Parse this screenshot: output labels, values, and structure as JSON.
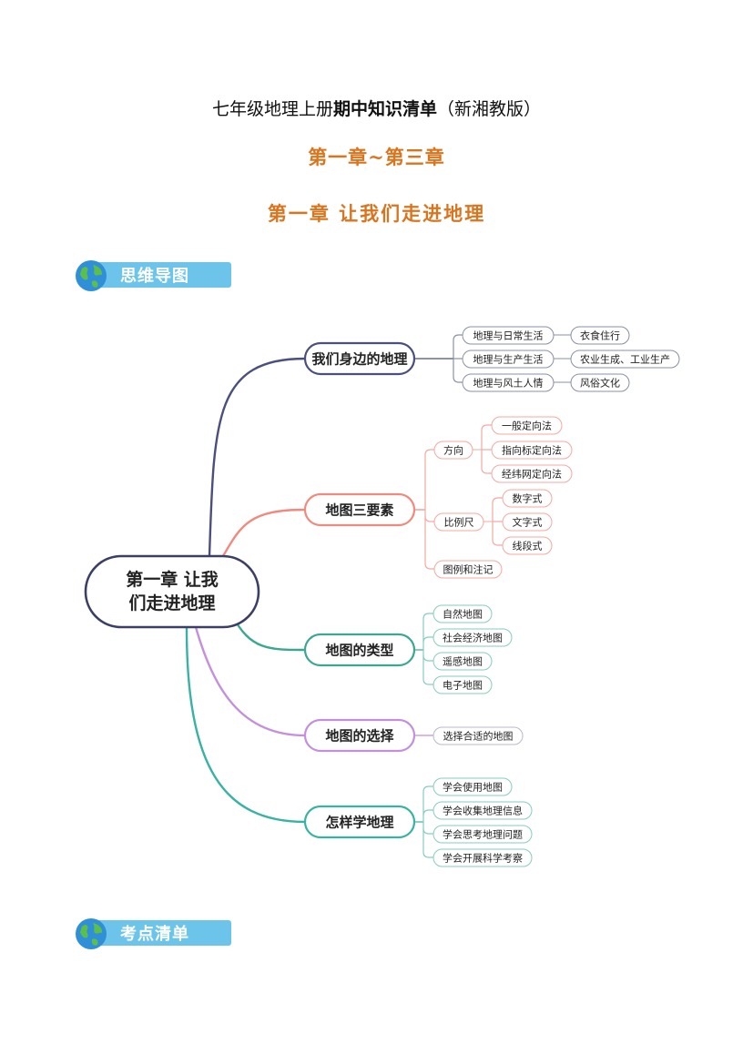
{
  "header": {
    "title_prefix": "七年级地理上册",
    "title_bold": "期中知识清单",
    "title_suffix": "（新湘教版）",
    "range": "第一章~第三章",
    "chapter": "第一章  让我们走进地理"
  },
  "sections": {
    "mindmap_label": "思维导图",
    "checklist_label": "考点清单"
  },
  "colors": {
    "accent_orange": "#d9751f",
    "banner_blue": "#6cc4ea",
    "central_border": "#3b3f63",
    "branch_dark": "#4a4f7e",
    "branch_red": "#f08a7e",
    "branch_teal": "#3aa891",
    "branch_purple": "#c48fdc",
    "branch_green": "#38b2a2"
  },
  "mindmap": {
    "central": {
      "line1": "第一章 让我",
      "line2": "们走进地理"
    },
    "branches": [
      {
        "label": "我们身边的地理",
        "children": [
          {
            "label": "地理与日常生活",
            "children": [
              {
                "label": "衣食住行"
              }
            ]
          },
          {
            "label": "地理与生产生活",
            "children": [
              {
                "label": "农业生成、工业生产"
              }
            ]
          },
          {
            "label": "地理与风土人情",
            "children": [
              {
                "label": "风俗文化"
              }
            ]
          }
        ]
      },
      {
        "label": "地图三要素",
        "children": [
          {
            "label": "方向",
            "children": [
              {
                "label": "一般定向法"
              },
              {
                "label": "指向标定向法"
              },
              {
                "label": "经纬网定向法"
              }
            ]
          },
          {
            "label": "比例尺",
            "children": [
              {
                "label": "数字式"
              },
              {
                "label": "文字式"
              },
              {
                "label": "线段式"
              }
            ]
          },
          {
            "label": "图例和注记",
            "children": []
          }
        ]
      },
      {
        "label": "地图的类型",
        "children": [
          {
            "label": "自然地图"
          },
          {
            "label": "社会经济地图"
          },
          {
            "label": "遥感地图"
          },
          {
            "label": "电子地图"
          }
        ]
      },
      {
        "label": "地图的选择",
        "children": [
          {
            "label": "选择合适的地图"
          }
        ]
      },
      {
        "label": "怎样学地理",
        "children": [
          {
            "label": "学会使用地图"
          },
          {
            "label": "学会收集地理信息"
          },
          {
            "label": "学会思考地理问题"
          },
          {
            "label": "学会开展科学考察"
          }
        ]
      }
    ]
  }
}
